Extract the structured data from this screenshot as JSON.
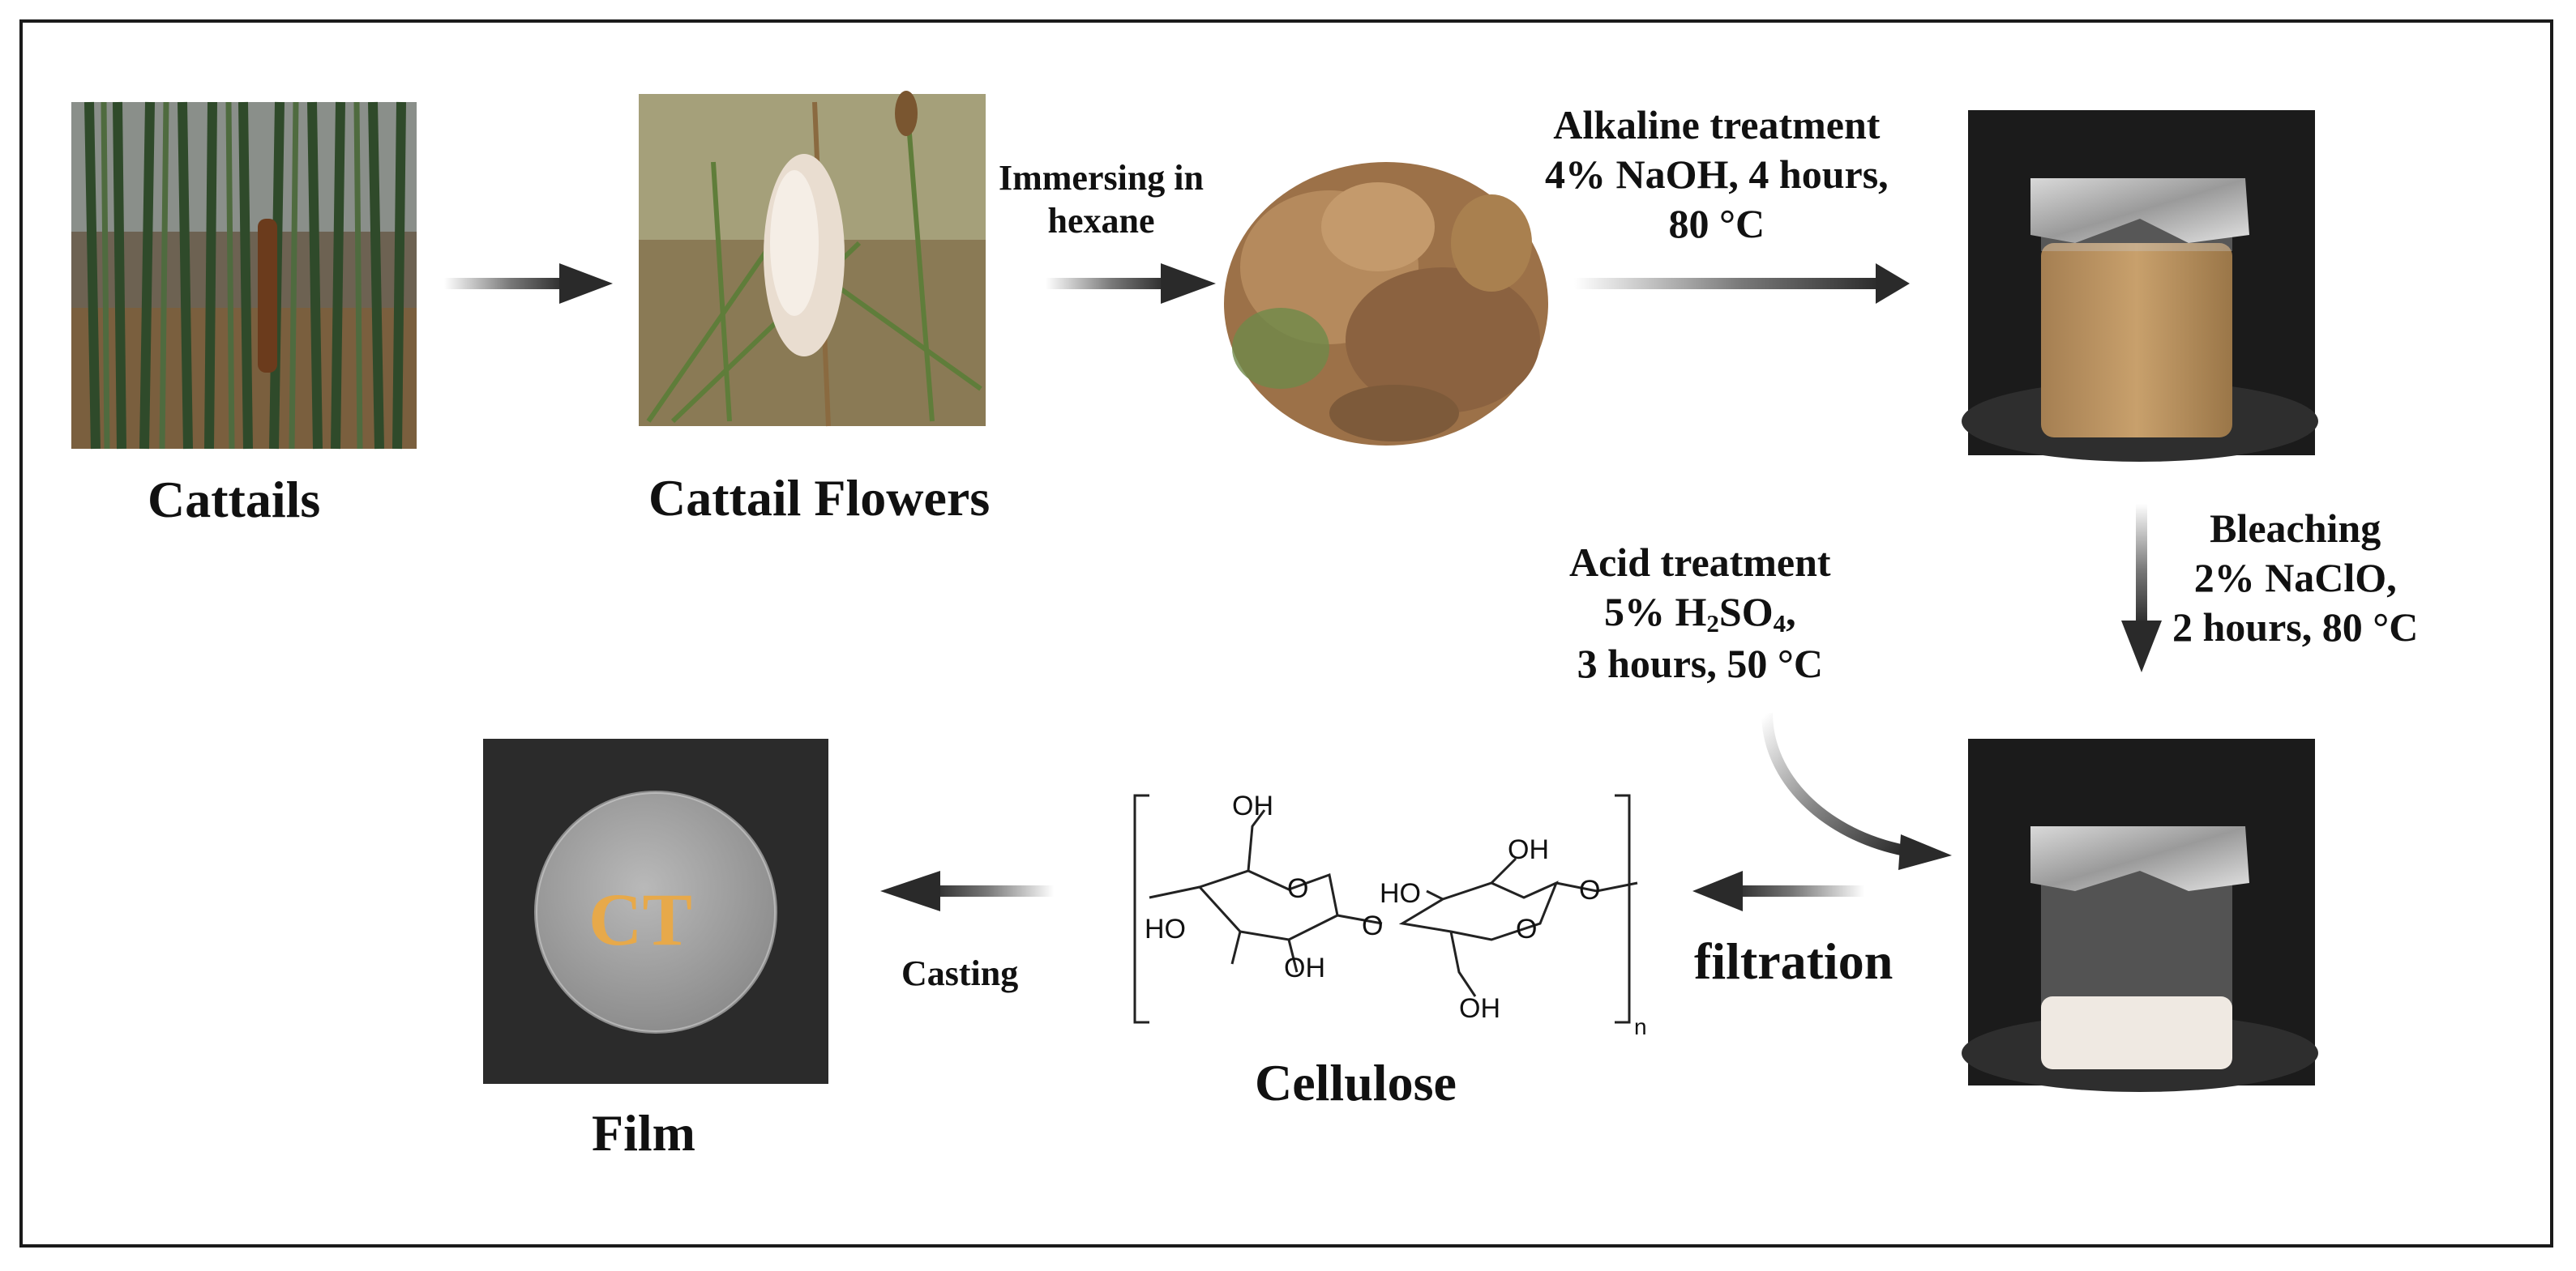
{
  "labels": {
    "cattails": "Cattails",
    "cattail_flowers": "Cattail Flowers",
    "immersing": [
      "Immersing in",
      "hexane"
    ],
    "alkaline": [
      "Alkaline treatment",
      "4% NaOH, 4 hours,",
      "80 °C"
    ],
    "bleaching": [
      "Bleaching",
      "2% NaClO,",
      "2 hours, 80 °C"
    ],
    "acid_title": "Acid treatment",
    "acid_conc": {
      "a": "5% H",
      "b": "2",
      "c": "SO",
      "d": "4",
      "e": ","
    },
    "acid_time": "3 hours, 50 °C",
    "filtration": "filtration",
    "cellulose": "Cellulose",
    "casting": "Casting",
    "film": "Film",
    "film_text": "CT"
  },
  "structure_labels": {
    "oh_top_left": "OH",
    "ho_left": "HO",
    "oh_bottom_left": "OH",
    "ho_middle": "HO",
    "oh_top_right": "OH",
    "oh_bottom_right": "OH",
    "o_ring_left": "O",
    "o_bridge": "O",
    "o_ring_right": "O",
    "o_end": "O",
    "subscript_n": "n"
  }
}
